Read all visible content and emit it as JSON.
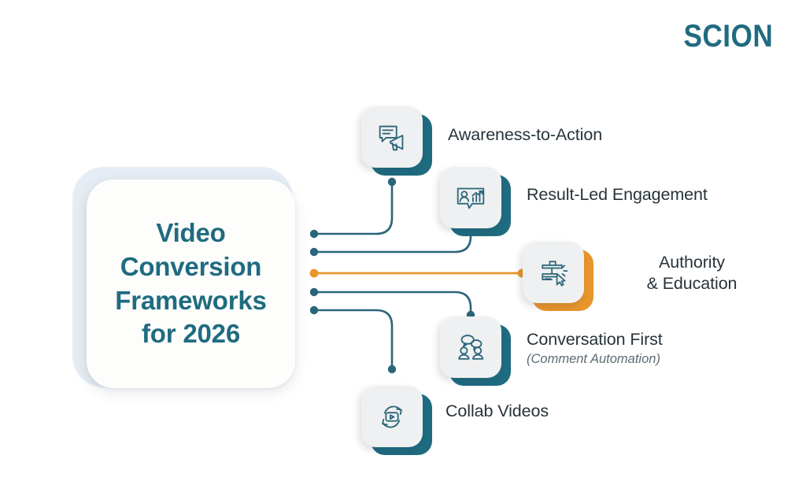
{
  "brand": {
    "name": "SCION"
  },
  "hero": {
    "title": "Video\nConversion\nFrameworks\nfor 2026"
  },
  "colors": {
    "teal": "#1f6b80",
    "teal_line": "#2b6579",
    "orange": "#e8952b",
    "label_text": "#27333a",
    "sub_text": "#5d6b72",
    "card_face": "#eff0f1",
    "page_bg": "#ffffff"
  },
  "nodes": [
    {
      "id": "awareness-to-action",
      "icon": "megaphone-announcement-icon",
      "label": "Awareness-to-Action",
      "sub": "",
      "highlighted": false
    },
    {
      "id": "result-led-engagement",
      "icon": "analytics-speech-bubble-icon",
      "label": "Result-Led Engagement",
      "sub": "",
      "highlighted": false
    },
    {
      "id": "authority-and-education",
      "icon": "presentation-board-cursor-icon",
      "label": "Authority\n& Education",
      "sub": "",
      "highlighted": true
    },
    {
      "id": "conversation-first",
      "icon": "two-people-chat-icon",
      "label": "Conversation First",
      "sub": "(Comment Automation)",
      "highlighted": false
    },
    {
      "id": "collab-videos",
      "icon": "video-loop-share-icon",
      "label": "Collab Videos",
      "sub": "",
      "highlighted": false
    }
  ]
}
